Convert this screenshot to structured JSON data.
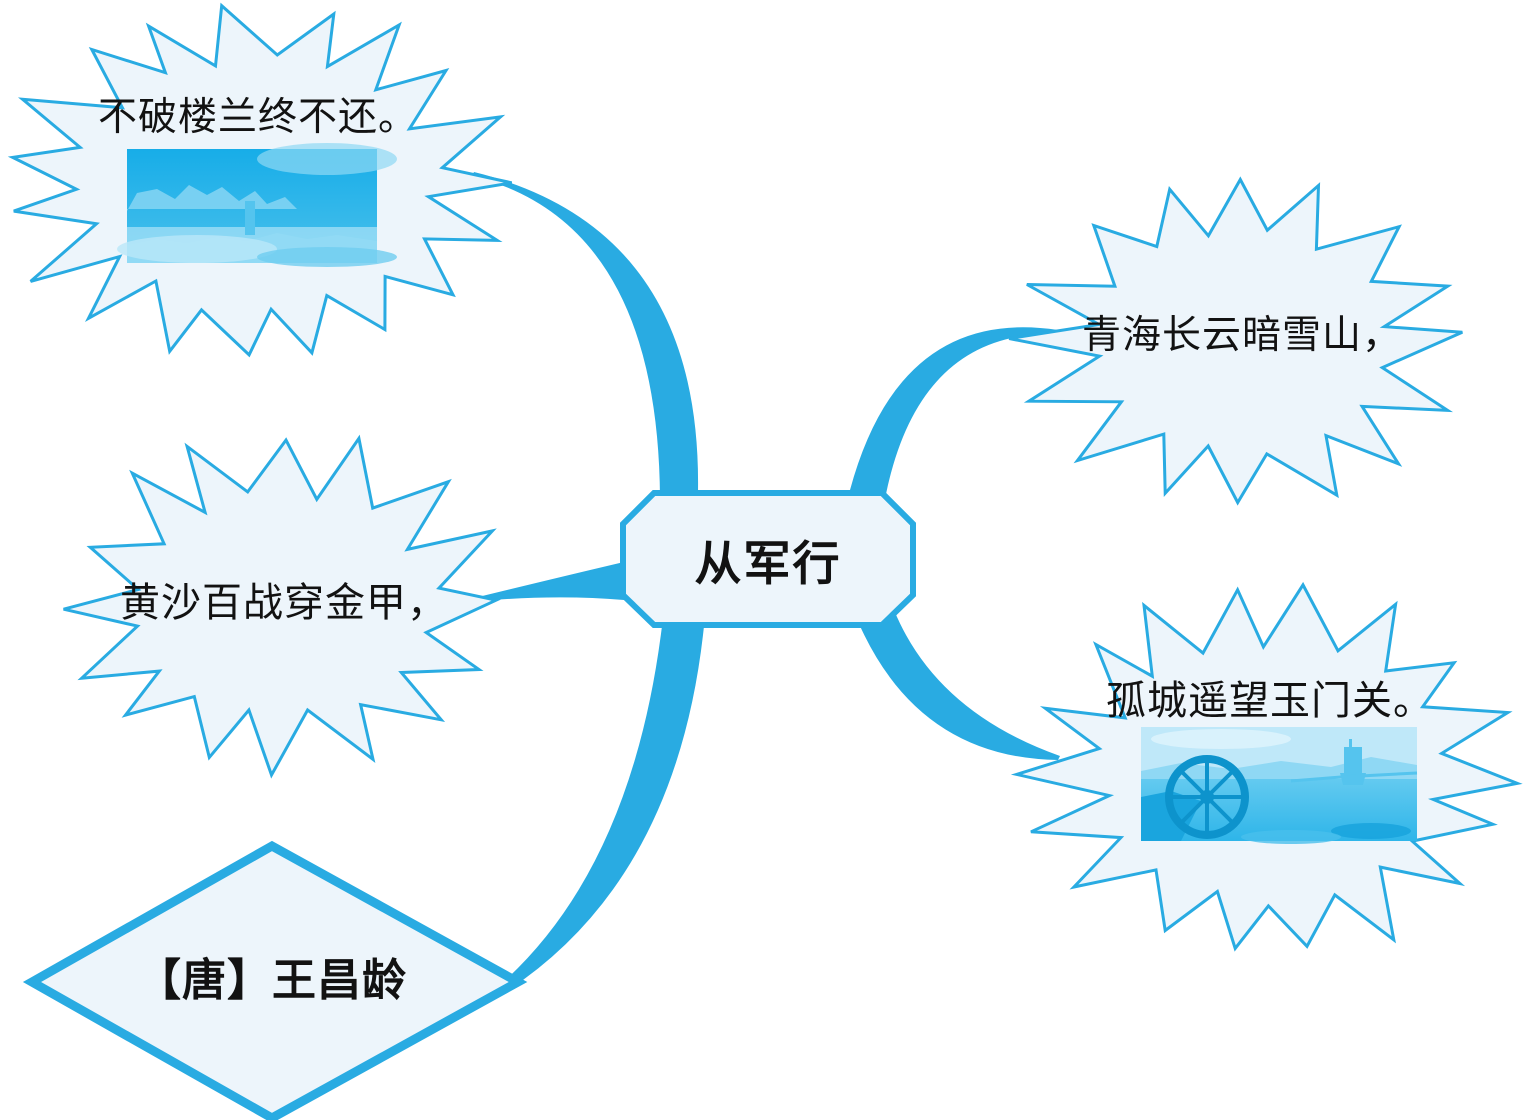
{
  "theme": {
    "background": "#ffffff",
    "accent": "#29abe2",
    "node_fill": "#edf5fb",
    "text_color": "#121212",
    "photo_cyan": "#1fb0e8",
    "photo_cyan_dark": "#0d93cc",
    "photo_cyan_light": "#a5e0f7"
  },
  "mindmap": {
    "center": {
      "label": "从军行"
    },
    "author_node": {
      "label": "【唐】王昌龄"
    },
    "poem_lines": [
      {
        "label": "青海长云暗雪山，"
      },
      {
        "label": "孤城遥望玉门关。"
      },
      {
        "label": "黄沙百战穿金甲，"
      },
      {
        "label": "不破楼兰终不还。"
      }
    ]
  }
}
